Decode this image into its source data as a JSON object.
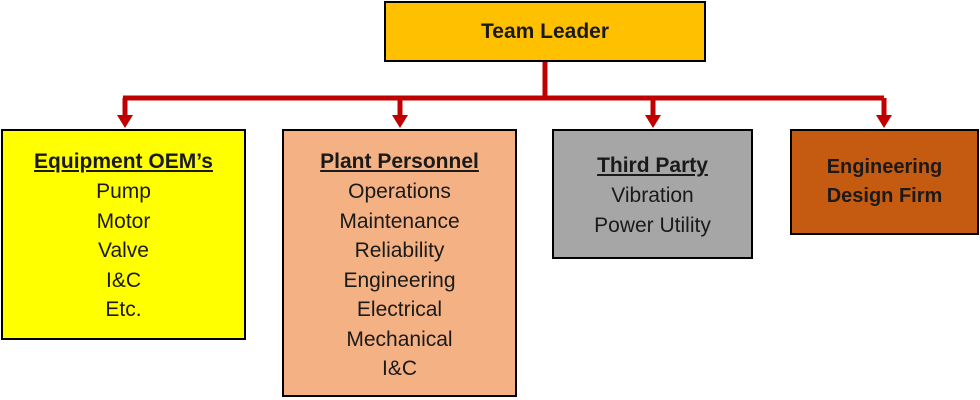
{
  "leader": {
    "label": "Team Leader"
  },
  "groups": [
    {
      "title": "Equipment OEM’s",
      "items": [
        "Pump",
        "Motor",
        "Valve",
        "I&C",
        "Etc."
      ]
    },
    {
      "title": "Plant Personnel",
      "items": [
        "Operations",
        "Maintenance",
        "Reliability",
        "Engineering",
        "Electrical",
        "Mechanical",
        "I&C"
      ]
    },
    {
      "title": "Third Party",
      "items": [
        "Vibration",
        "Power Utility"
      ]
    },
    {
      "title_lines": [
        "Engineering",
        "Design Firm"
      ]
    }
  ],
  "colors": {
    "leader": "#ffc000",
    "oem": "#ffff00",
    "plant": "#f4b183",
    "third_party": "#a6a6a6",
    "engineering": "#c55a11",
    "connector": "#c00000"
  }
}
